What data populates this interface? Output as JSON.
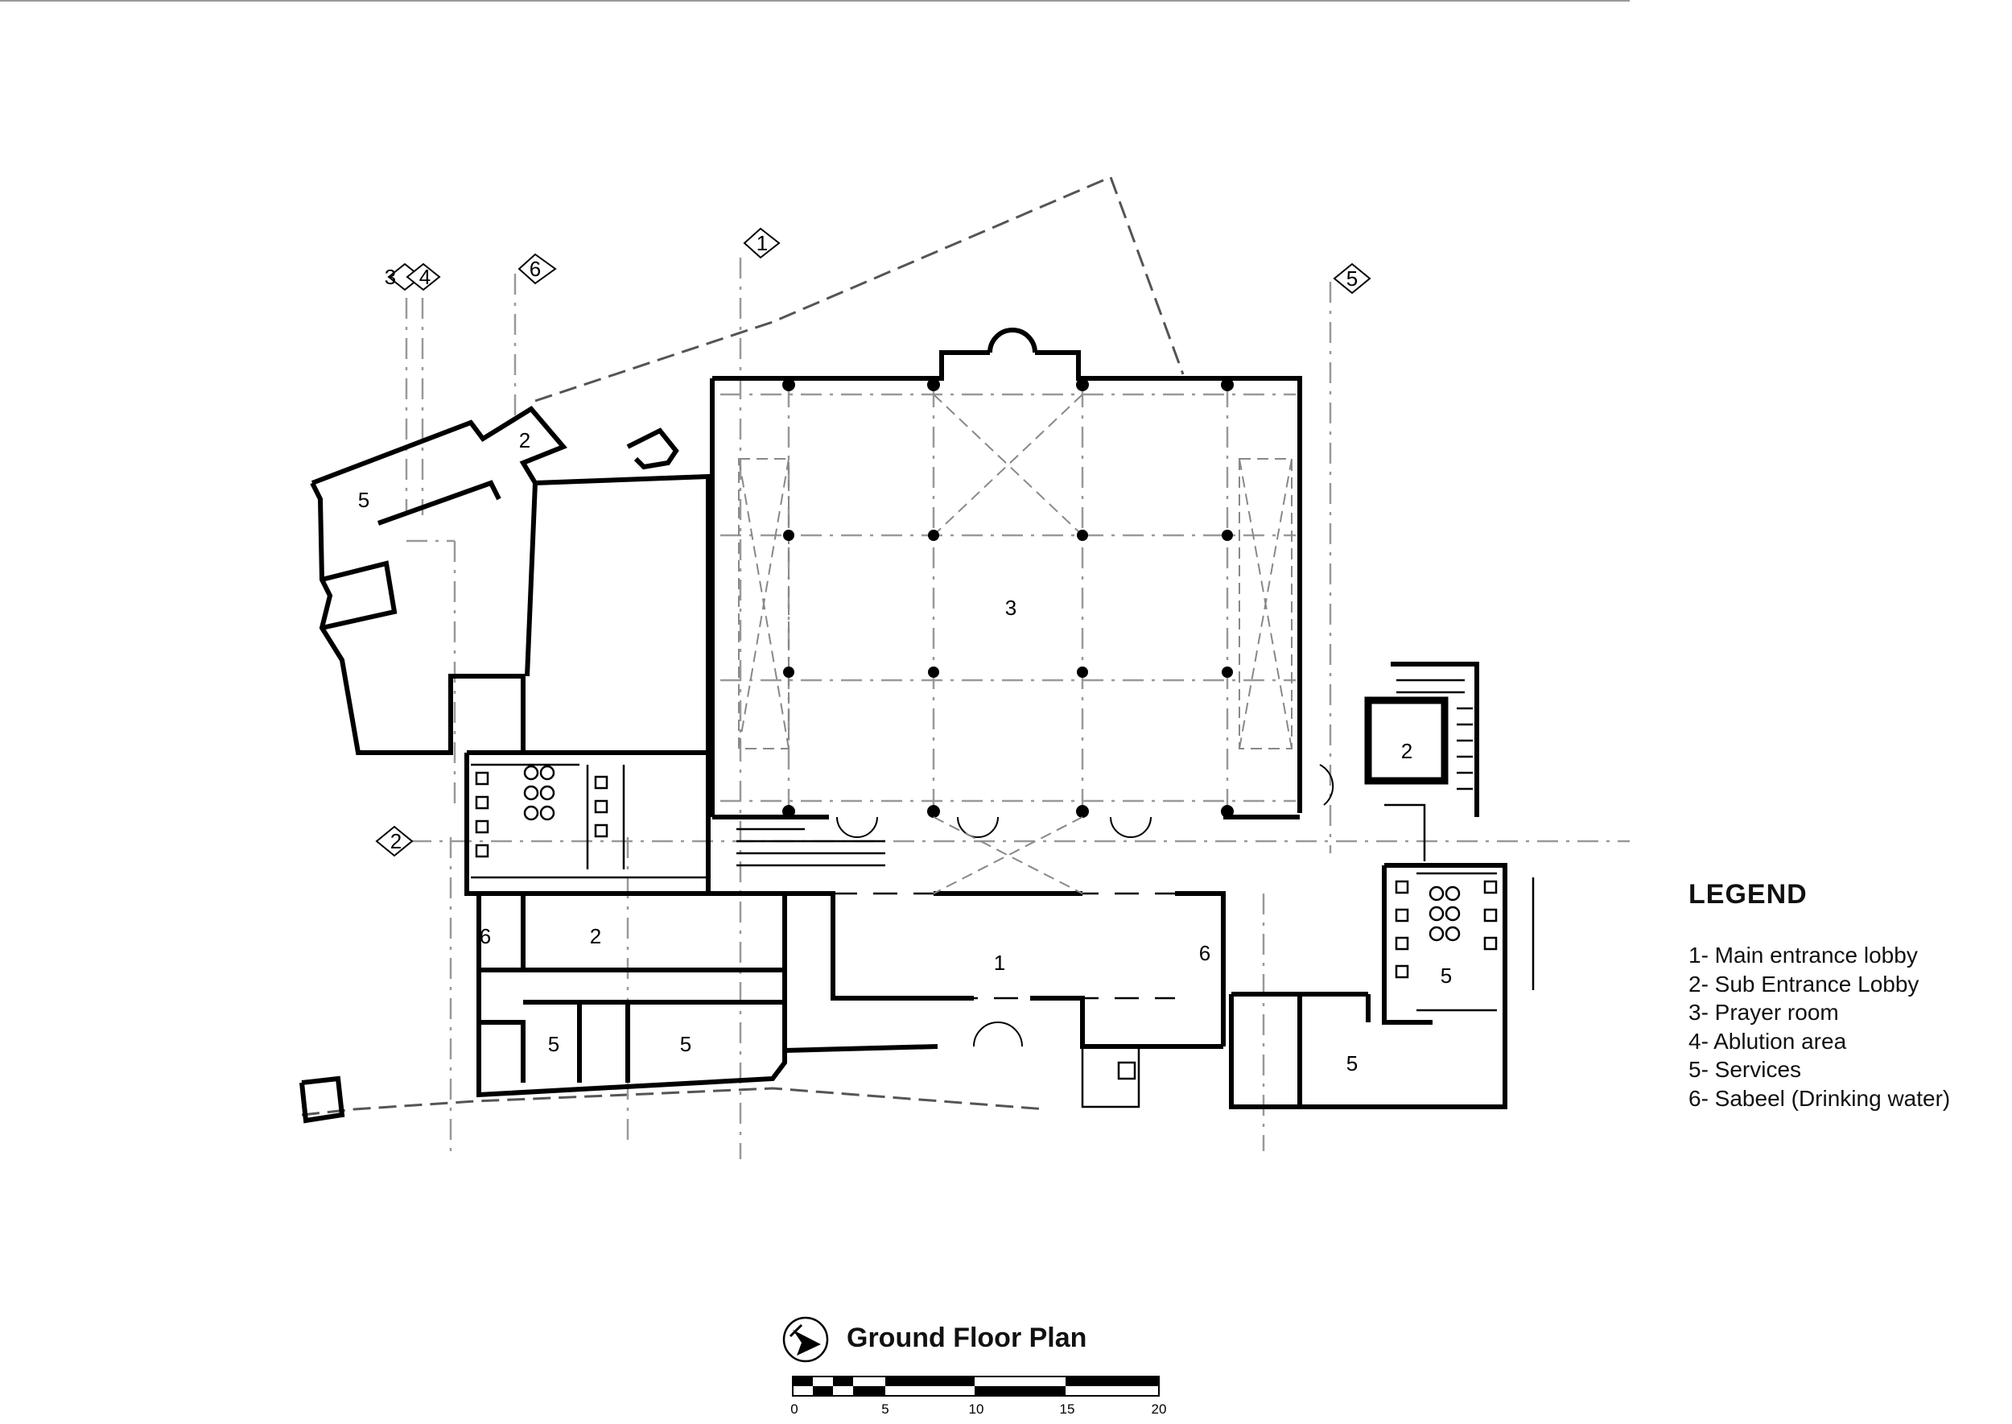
{
  "legend": {
    "title": "LEGEND",
    "items": [
      "1- Main entrance lobby",
      "2- Sub Entrance Lobby",
      "3- Prayer room",
      "4- Ablution area",
      "5- Services",
      "6- Sabeel (Drinking water)"
    ]
  },
  "plan": {
    "title": "Ground Floor Plan",
    "north_icon": "north-arrow-icon",
    "scale_labels": [
      "0",
      "5",
      "10",
      "15",
      "20"
    ],
    "section_markers": [
      "3",
      "4",
      "6",
      "1",
      "5",
      "2"
    ],
    "room_labels": {
      "prayer_room": "3",
      "main_lobby": "1",
      "sub_lobby_north": "2",
      "sub_lobby_west": "2",
      "sub_lobby_east": "2",
      "services_nw": "5",
      "services_w1": "5",
      "services_w2": "5",
      "services_e1": "5",
      "services_e2": "5",
      "sabeel_w": "6",
      "sabeel_main": "6"
    }
  }
}
